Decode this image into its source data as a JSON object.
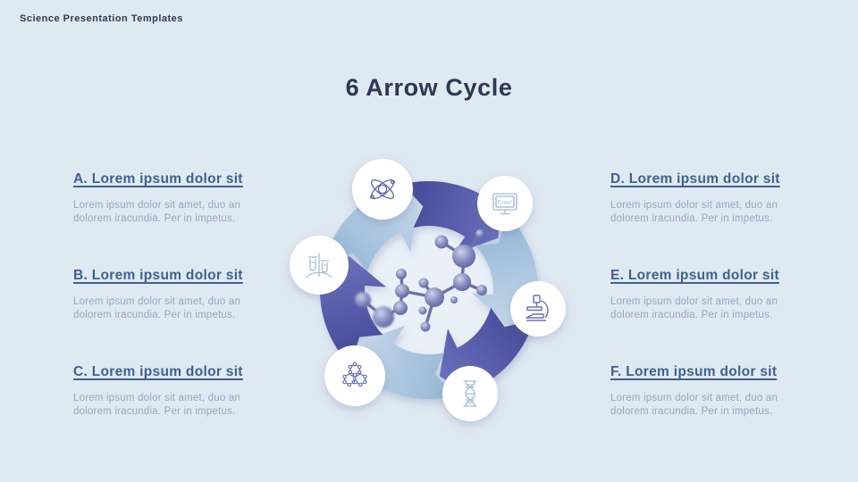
{
  "slide": {
    "header": "Science Presentation Templates",
    "title": "6 Arrow Cycle"
  },
  "sections": [
    {
      "letter": "A",
      "heading": "A. Lorem ipsum dolor sit",
      "body": "Lorem ipsum dolor sit amet, duo an\ndolorem iracundia. Per in impetus."
    },
    {
      "letter": "B",
      "heading": "B. Lorem ipsum dolor sit",
      "body": "Lorem ipsum dolor sit amet, duo an\ndolorem iracundia. Per in impetus."
    },
    {
      "letter": "C",
      "heading": "C. Lorem ipsum dolor sit",
      "body": "Lorem ipsum dolor sit amet, duo an\ndolorem iracundia. Per in impetus."
    },
    {
      "letter": "D",
      "heading": "D. Lorem ipsum dolor sit",
      "body": "Lorem ipsum dolor sit amet, duo an\ndolorem iracundia. Per in impetus."
    },
    {
      "letter": "E",
      "heading": "E. Lorem ipsum dolor sit",
      "body": "Lorem ipsum dolor sit amet, duo an\ndolorem iracundia. Per in impetus."
    },
    {
      "letter": "F",
      "heading": "F. Lorem ipsum dolor sit",
      "body": "Lorem ipsum dolor sit amet, duo an\ndolorem iracundia. Per in impetus."
    }
  ],
  "diagram": {
    "type": "cycle",
    "steps": 6,
    "direction": "clockwise",
    "monitor_label": "E=mc²",
    "icons": [
      "atom-icon",
      "monitor-emc2-icon",
      "test-tubes-icon",
      "microscope-icon",
      "molecule-rings-icon",
      "dna-icon"
    ],
    "colors": {
      "background": "#dfe9f2",
      "arrow_dark": "#464c9e",
      "arrow_light": "#a9c3dc",
      "heading": "#40618e",
      "body_text": "#92a8c1",
      "title": "#2c3950",
      "icon_dark_stroke": "#666fb0",
      "icon_light_stroke": "#a3bdd8"
    }
  }
}
